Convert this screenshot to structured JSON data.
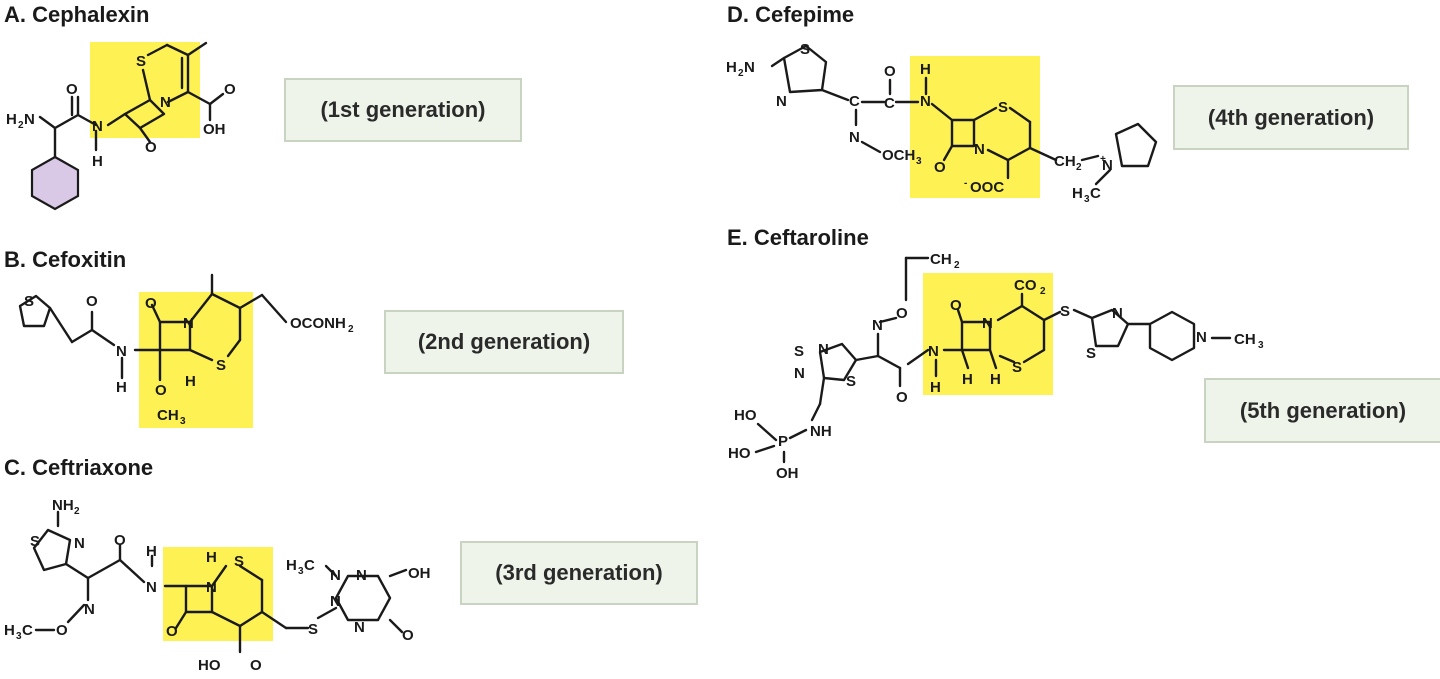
{
  "highlight_color": "#fdf153",
  "ring_highlight_color": "#d9c9e6",
  "panel_box_color": "#eef4ea",
  "compounds": [
    {
      "title": "A. Cephalexin",
      "generation": "(1st generation)"
    },
    {
      "title": "B. Cefoxitin",
      "generation": "(2nd generation)"
    },
    {
      "title": "C. Ceftriaxone",
      "generation": "(3rd generation)"
    },
    {
      "title": "D. Cefepime",
      "generation": "(4th generation)"
    },
    {
      "title": "E. Ceftaroline",
      "generation": "(5th generation)"
    }
  ],
  "atom_labels": {
    "S": "S",
    "N": "N",
    "O": "O",
    "H": "H",
    "NH": "NH",
    "OH": "OH",
    "HO": "HO",
    "P": "P",
    "C": "C",
    "NH2": "NH",
    "H2N": "H",
    "CH": "CH",
    "CO": "CO",
    "sub2": "2",
    "sub3": "3",
    "OCONH": "OCONH",
    "OOC": "OOC",
    "minus": "-",
    "plus": "+"
  }
}
